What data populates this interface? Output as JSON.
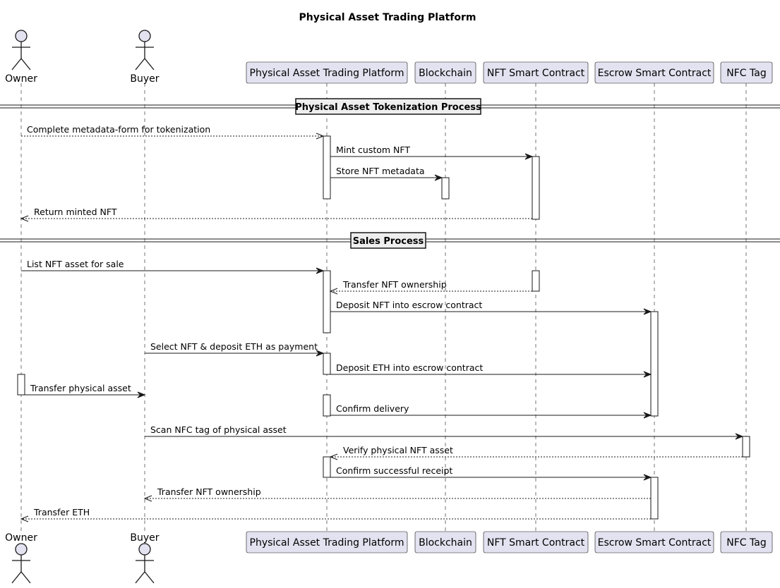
{
  "title": "Physical Asset Trading Platform",
  "actors": [
    {
      "id": "owner",
      "label": "Owner"
    },
    {
      "id": "buyer",
      "label": "Buyer"
    }
  ],
  "participants": [
    {
      "id": "platform",
      "label": "Physical Asset Trading Platform"
    },
    {
      "id": "blockchain",
      "label": "Blockchain"
    },
    {
      "id": "nft",
      "label": "NFT Smart Contract"
    },
    {
      "id": "escrow",
      "label": "Escrow Smart Contract"
    },
    {
      "id": "nfc",
      "label": "NFC Tag"
    }
  ],
  "dividers": [
    {
      "label": "Physical Asset Tokenization Process"
    },
    {
      "label": "Sales Process"
    }
  ],
  "messages": [
    {
      "from": "owner",
      "to": "platform",
      "label": "Complete metadata-form for tokenization",
      "style": "dashed"
    },
    {
      "from": "platform",
      "to": "nft",
      "label": "Mint custom NFT",
      "style": "solid"
    },
    {
      "from": "platform",
      "to": "blockchain",
      "label": "Store NFT metadata",
      "style": "solid"
    },
    {
      "from": "nft",
      "to": "owner",
      "label": "Return minted NFT",
      "style": "dashed"
    },
    {
      "from": "owner",
      "to": "platform",
      "label": "List NFT asset for sale",
      "style": "solid"
    },
    {
      "from": "nft",
      "to": "platform",
      "label": "Transfer NFT ownership",
      "style": "dashed"
    },
    {
      "from": "platform",
      "to": "escrow",
      "label": "Deposit NFT into escrow contract",
      "style": "solid"
    },
    {
      "from": "buyer",
      "to": "platform",
      "label": "Select NFT & deposit ETH as payment",
      "style": "solid"
    },
    {
      "from": "platform",
      "to": "escrow",
      "label": "Deposit ETH into escrow contract",
      "style": "solid"
    },
    {
      "from": "owner",
      "to": "buyer",
      "label": "Transfer physical asset",
      "style": "solid"
    },
    {
      "from": "platform",
      "to": "escrow",
      "label": "Confirm delivery",
      "style": "solid"
    },
    {
      "from": "buyer",
      "to": "nfc",
      "label": "Scan NFC tag of physical asset",
      "style": "solid"
    },
    {
      "from": "nfc",
      "to": "platform",
      "label": "Verify physical NFT asset",
      "style": "dashed"
    },
    {
      "from": "platform",
      "to": "escrow",
      "label": "Confirm successful receipt",
      "style": "solid"
    },
    {
      "from": "escrow",
      "to": "buyer",
      "label": "Transfer NFT ownership",
      "style": "dashed"
    },
    {
      "from": "escrow",
      "to": "owner",
      "label": "Transfer ETH",
      "style": "dashed"
    }
  ],
  "colors": {
    "participant_fill": "#e2e2f0",
    "participant_border": "#181818",
    "lifeline": "#181818",
    "arrow": "#181818"
  }
}
